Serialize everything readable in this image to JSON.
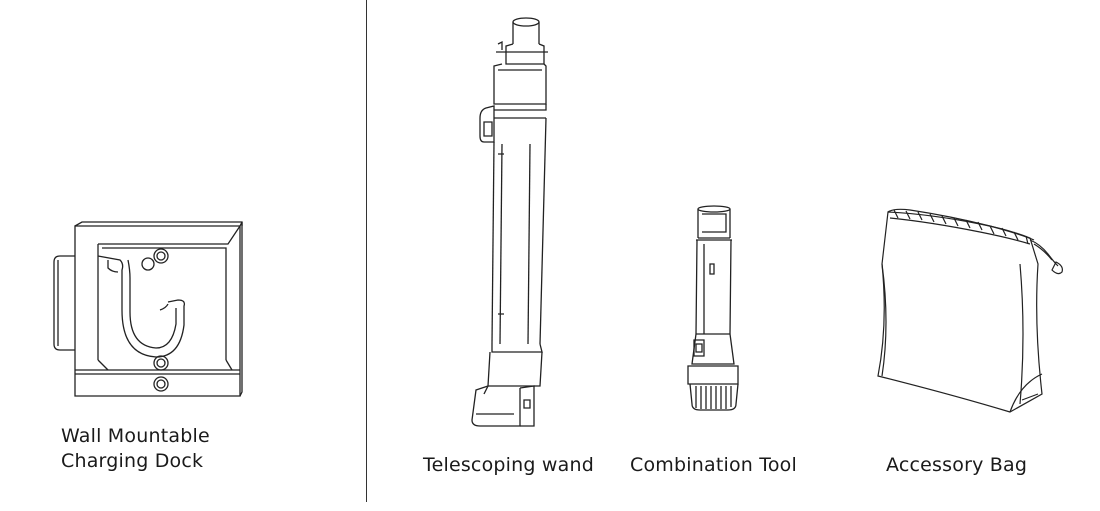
{
  "items": [
    {
      "name": "dock",
      "label_lines": [
        "Wall Mountable",
        "Charging Dock"
      ]
    },
    {
      "name": "wand",
      "label": "Telescoping wand"
    },
    {
      "name": "tool",
      "label": "Combination Tool"
    },
    {
      "name": "bag",
      "label": "Accessory Bag"
    }
  ]
}
